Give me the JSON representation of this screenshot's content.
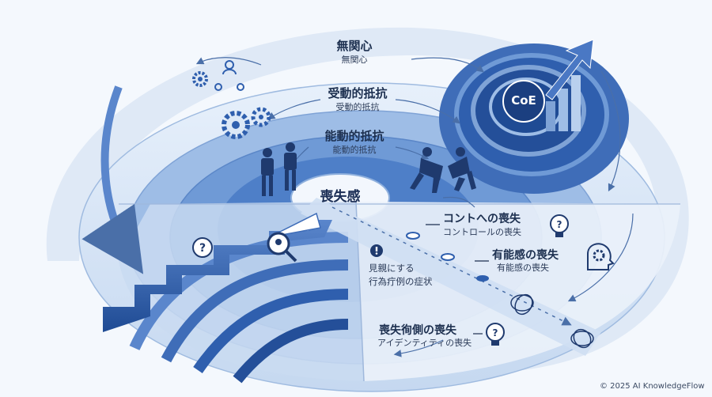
{
  "rings": [
    {
      "title": "無関心",
      "subtitle": "無関心"
    },
    {
      "title": "受動的抵抗",
      "subtitle": "受動的抵抗"
    },
    {
      "title": "能動的抵抗",
      "subtitle": "能動的抵抗"
    }
  ],
  "center": {
    "label": "喪失感"
  },
  "hub": {
    "label": "CoE"
  },
  "losses": [
    {
      "title": "コントへの喪失",
      "subtitle": "コントロールの喪失"
    },
    {
      "title": "有能感の喪失",
      "subtitle": "有能感の喪失"
    },
    {
      "title": "喪失徇側の喪失",
      "subtitle": "アイデンティティの喪失"
    }
  ],
  "symptom": {
    "line1": "見親にする",
    "line2": "行為疔例の症状"
  },
  "footer": {
    "copyright": "© 2025 AI KnowledgeFlow"
  },
  "colors": {
    "deep": "#2f5fae",
    "mid": "#6f9ad6",
    "light": "#b9d0ee",
    "pale": "#dde9f7",
    "ink": "#1c2f4f"
  }
}
